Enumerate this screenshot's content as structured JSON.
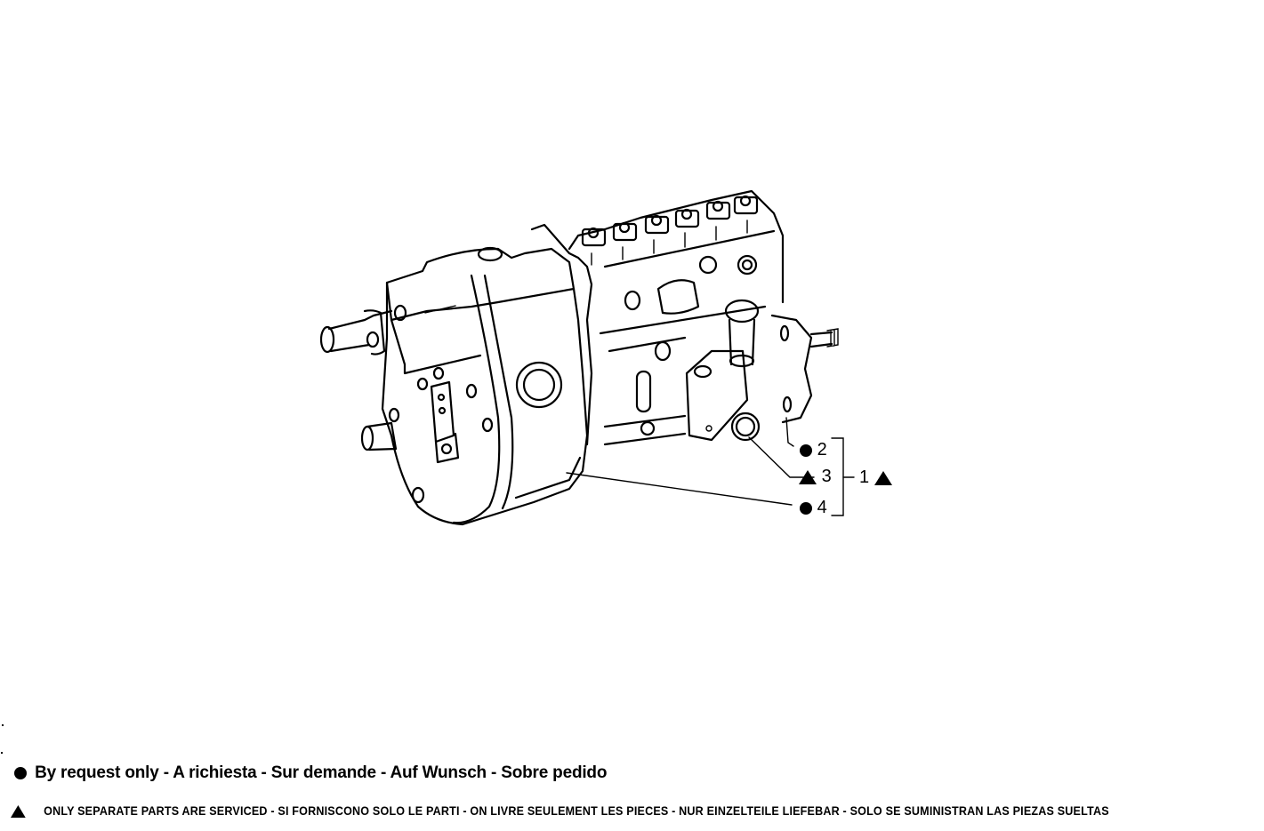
{
  "diagram": {
    "subject": "fuel injection pump assembly",
    "callouts": [
      {
        "number": "2",
        "symbol": "dot"
      },
      {
        "number": "3",
        "symbol": "triangle"
      },
      {
        "number": "4",
        "symbol": "dot"
      }
    ],
    "group": {
      "number": "1",
      "symbol": "triangle",
      "members": [
        "2",
        "3",
        "4"
      ]
    }
  },
  "legend": {
    "by_request": {
      "symbol": "dot",
      "text": "By request only - A richiesta - Sur demande - Auf Wunsch - Sobre pedido"
    },
    "separate_parts": {
      "symbol": "triangle",
      "text": "ONLY SEPARATE PARTS ARE SERVICED - SI FORNISCONO SOLO LE PARTI - ON LIVRE SEULEMENT LES PIECES - NUR EINZELTEILE LIEFEBAR - SOLO SE SUMINISTRAN LAS PIEZAS SUELTAS"
    }
  },
  "colors": {
    "ink": "#000000",
    "paper": "#ffffff"
  }
}
